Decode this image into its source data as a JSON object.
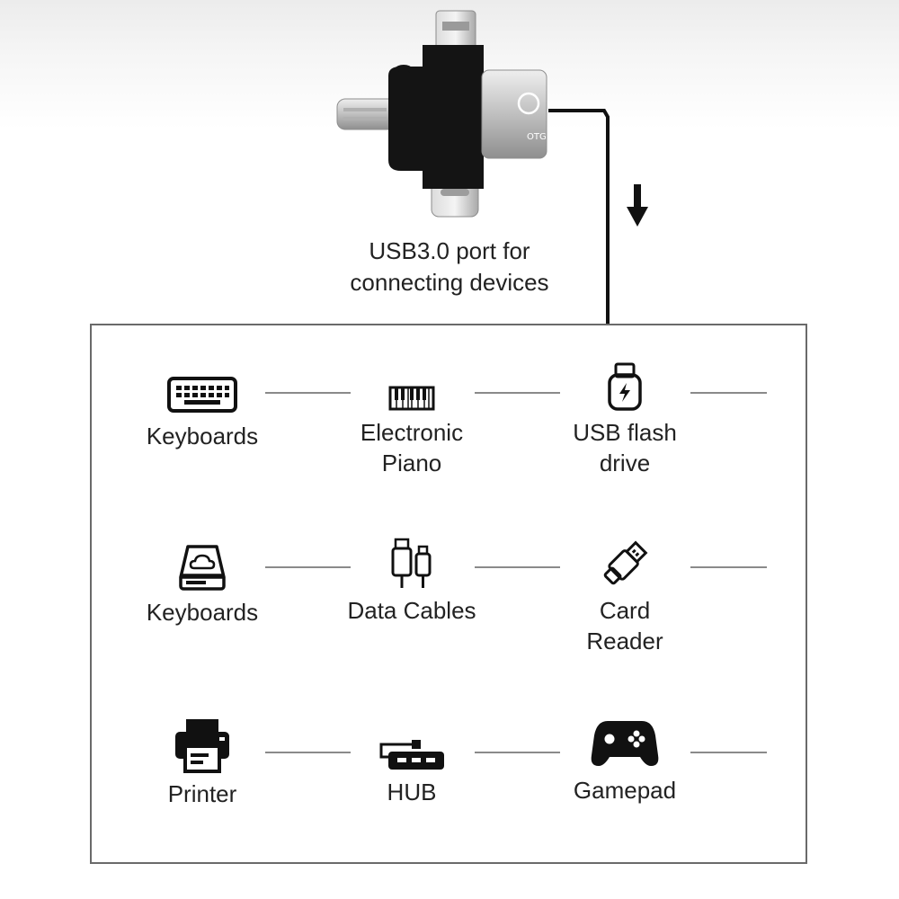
{
  "caption": {
    "line1": "USB3.0 port for",
    "line2": "connecting devices"
  },
  "colors": {
    "accent": "#111111",
    "line": "#8a8a8a",
    "border": "#6a6a6a",
    "adapter_silver": "#c9c9c9"
  },
  "devices": [
    {
      "icon": "keyboard-icon",
      "line1": "Keyboards",
      "line2": ""
    },
    {
      "icon": "piano-icon",
      "line1": "Electronic",
      "line2": "Piano"
    },
    {
      "icon": "usb-flash-drive-icon",
      "line1": "USB flash",
      "line2": "drive"
    },
    {
      "icon": "hard-drive-icon",
      "line1": "Keyboards",
      "line2": ""
    },
    {
      "icon": "data-cables-icon",
      "line1": "Data Cables",
      "line2": ""
    },
    {
      "icon": "card-reader-icon",
      "line1": "Card",
      "line2": "Reader"
    },
    {
      "icon": "printer-icon",
      "line1": "Printer",
      "line2": ""
    },
    {
      "icon": "hub-icon",
      "line1": "HUB",
      "line2": ""
    },
    {
      "icon": "gamepad-icon",
      "line1": "Gamepad",
      "line2": ""
    }
  ]
}
